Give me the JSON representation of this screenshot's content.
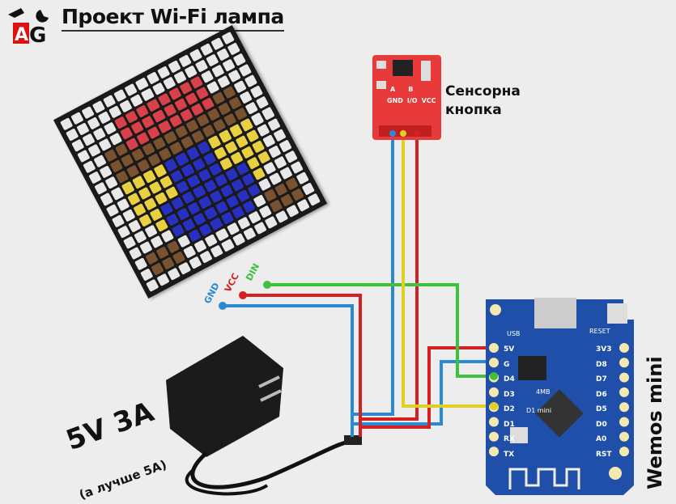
{
  "title": "Проект Wi-Fi лампа",
  "logo_text": "AG",
  "matrix_pins": {
    "din": "DIN",
    "vcc": "VCC",
    "gnd": "GND"
  },
  "button": {
    "label_line1": "Сенсорна",
    "label_line2": "кнопка",
    "pins": [
      "GND",
      "I/O",
      "VCC"
    ],
    "pads": [
      "A",
      "B"
    ]
  },
  "wemos": {
    "label": "Wemos mini",
    "left_pins": [
      "5V",
      "G",
      "D4",
      "D3",
      "D2",
      "D1",
      "RX",
      "TX"
    ],
    "right_pins": [
      "3V3",
      "D8",
      "D7",
      "D6",
      "D5",
      "D0",
      "A0",
      "RST"
    ],
    "silk_usb": "USB",
    "silk_reset": "RESET",
    "silk_name": "D1 mini",
    "silk_flash": "4MB"
  },
  "power": {
    "main": "5V 3A",
    "note": "(а лучше 5A)"
  },
  "colors": {
    "din": "#3cc23c",
    "vcc": "#d42020",
    "gnd": "#2a8ad4",
    "io": "#e0d020",
    "board": "#1f4fa8",
    "button_pcb": "#e83a3a"
  }
}
